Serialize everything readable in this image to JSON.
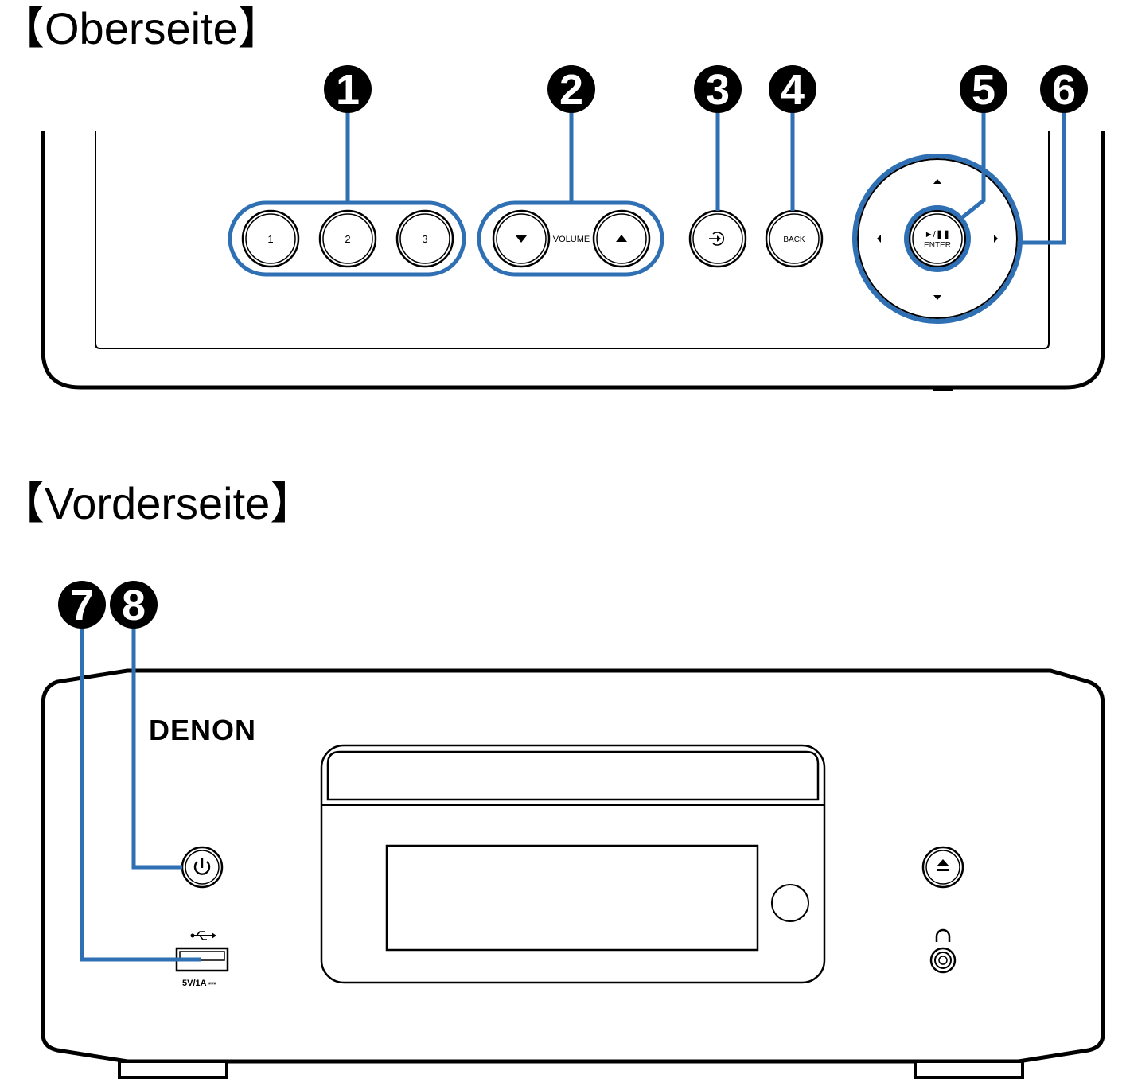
{
  "headings": {
    "top": "【Oberseite】",
    "front": "【Vorderseite】"
  },
  "colors": {
    "callout": "#2f6fb3",
    "outline": "#000000",
    "badge": "#000000",
    "background": "#ffffff"
  },
  "callouts": [
    "1",
    "2",
    "3",
    "4",
    "5",
    "6",
    "7",
    "8"
  ],
  "top_panel": {
    "preset_buttons": [
      "1",
      "2",
      "3"
    ],
    "volume_label": "VOLUME",
    "volume_down_icon": "triangle-down-icon",
    "volume_up_icon": "triangle-up-icon",
    "source_icon": "input-source-icon",
    "back_label": "BACK",
    "enter_symbol": "►/❚❚",
    "enter_label": "ENTER",
    "cursor_icons": [
      "cursor-up-icon",
      "cursor-down-icon",
      "cursor-left-icon",
      "cursor-right-icon"
    ]
  },
  "front_panel": {
    "brand": "DENON",
    "usb_rating": "5V/1A ⎓",
    "usb_icon": "usb-icon",
    "power_icon": "power-icon",
    "eject_icon": "eject-icon",
    "headphone_icon": "headphone-icon"
  }
}
